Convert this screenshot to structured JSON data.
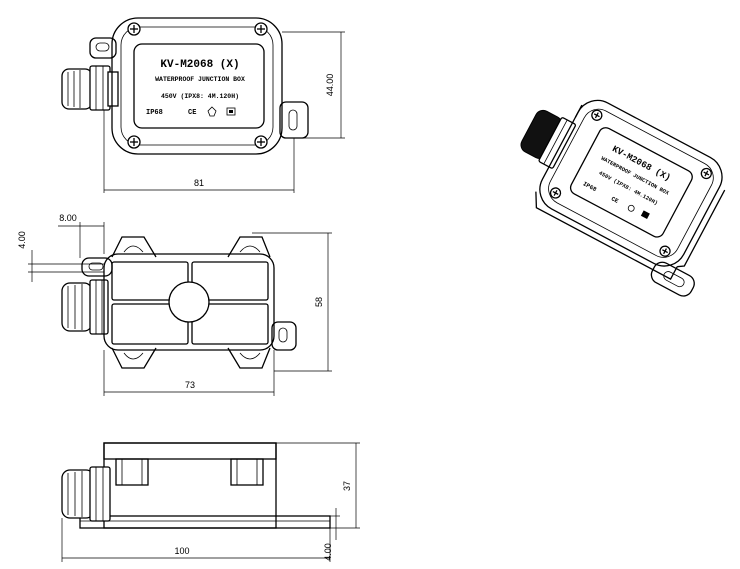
{
  "label": {
    "model": "KV-M2068 (X)",
    "line1": "WATERPROOF  JUNCTION BOX",
    "line2": "450V  (IPX8: 4M.120H)",
    "ip": "IP68",
    "ce": "CE"
  },
  "dimensions": {
    "top_width": "81",
    "top_height": "44.00",
    "mid_tab": "8.00",
    "mid_tab_h": "4.00",
    "mid_width": "73",
    "mid_height": "58",
    "side_height": "37",
    "side_width": "100",
    "side_base": "4.00"
  }
}
